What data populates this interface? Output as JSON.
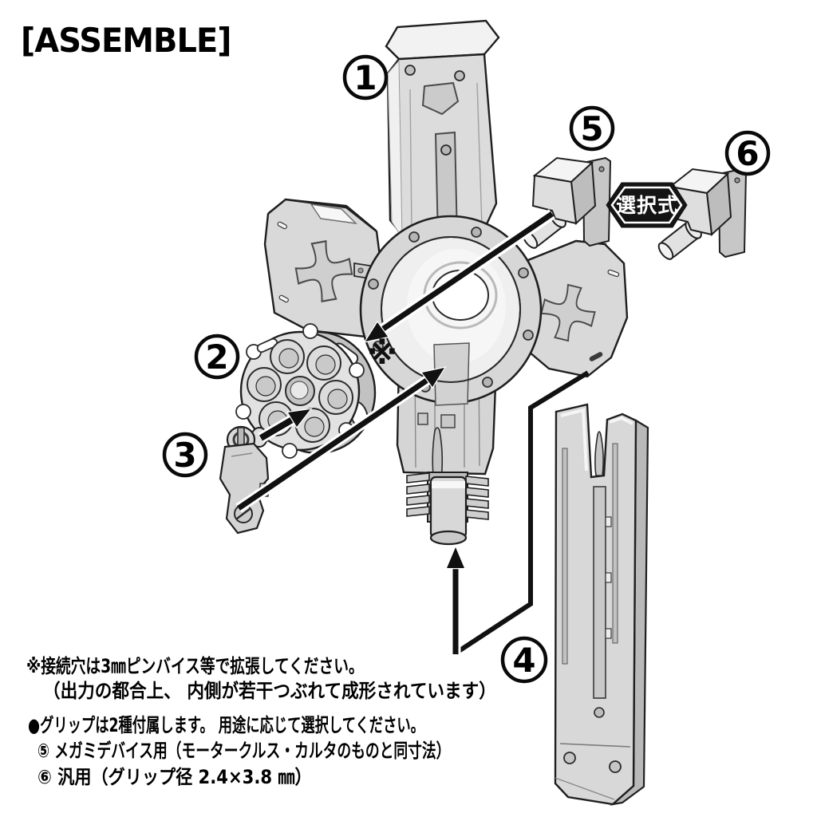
{
  "title": "[ASSEMBLE]",
  "diagram": {
    "badge_label": "選択式",
    "reference_mark": "※",
    "parts": [
      {
        "num": "1"
      },
      {
        "num": "2"
      },
      {
        "num": "3"
      },
      {
        "num": "4"
      },
      {
        "num": "5"
      },
      {
        "num": "6"
      }
    ]
  },
  "notes": {
    "drill_line1": "※接続穴は3㎜ピンバイス等で拡張してください。",
    "drill_line2": "（出力の都合上、 内側が若干つぶれて成形されています）",
    "grip_line1": "●グリップは2種付属します。 用途に応じて選択してください。",
    "grip_line2": "⑤ メガミデバイス用（モータークルス・カルタのものと同寸法）",
    "grip_line3": "⑥ 汎用（グリップ径 2.4×3.8 ㎜）"
  }
}
